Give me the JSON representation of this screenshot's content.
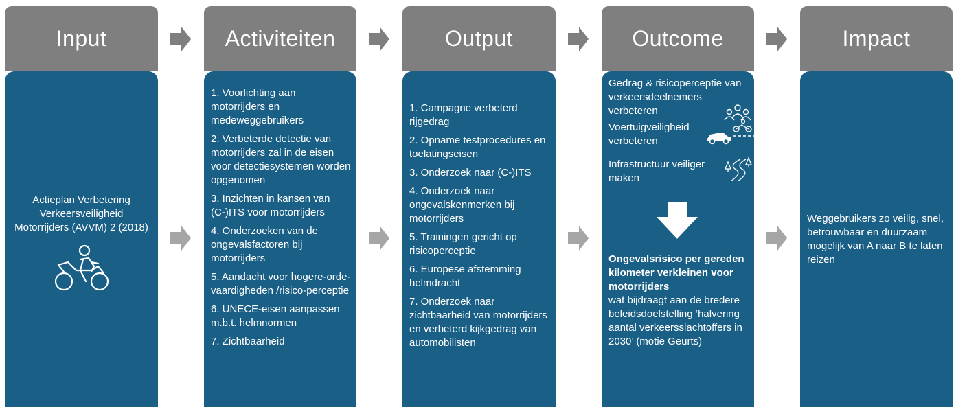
{
  "columns": [
    {
      "title": "Input"
    },
    {
      "title": "Activiteiten"
    },
    {
      "title": "Output"
    },
    {
      "title": "Outcome"
    },
    {
      "title": "Impact"
    }
  ],
  "input": {
    "text": "Actieplan Verbetering Verkeersveiligheid Motorrijders (AVVM) 2 (2018)",
    "icon": "motorcycle-rider-icon"
  },
  "activiteiten": [
    "1. Voorlichting aan motorrijders en medeweggebruikers",
    "2. Verbeterde detectie van motorrijders zal in de eisen voor detectiesystemen worden opgenomen",
    "3. Inzichten in kansen van (C-)ITS voor motorrijders",
    "4. Onderzoeken van de ongevalsfactoren bij motorrijders",
    "5. Aandacht voor hogere-orde-vaardigheden /risico-perceptie",
    "6. UNECE-eisen aanpassen m.b.t. helmnormen",
    "7. Zichtbaarheid"
  ],
  "output": [
    "1. Campagne verbeterd rijgedrag",
    "2. Opname testprocedures en toelatingseisen",
    "3. Onderzoek naar (C-)ITS",
    "4. Onderzoek naar ongevalskenmerken bij motorrijders",
    "5. Trainingen gericht op risicoperceptie",
    "6. Europese afstemming helmdracht",
    "7. Onderzoek naar zichtbaarheid van motorrijders en verbeterd kijkgedrag van automobilisten"
  ],
  "outcome": {
    "items": [
      {
        "text": "Gedrag & risicoperceptie van verkeersdeelnemers verbeteren",
        "icon": "people-group-icon"
      },
      {
        "text": "Voertuigveiligheid verbeteren",
        "icon": "car-motorcycle-icon"
      },
      {
        "text": "Infrastructuur veiliger maken",
        "icon": "winding-road-icon"
      }
    ],
    "final_bold": "Ongevalsrisico per gereden kilometer verkleinen voor motorrijders",
    "final_text": "wat bijdraagt aan de bredere beleidsdoelstelling ‘halvering aantal verkeersslachtoffers in 2030’ (motie Geurts)"
  },
  "impact": {
    "text": "Weggebruikers zo veilig, snel, betrouwbaar en duurzaam mogelijk van A naar B te laten reizen"
  },
  "colors": {
    "header": "#7f7f7f",
    "panel": "#1a5f86",
    "arrow_dark": "#7f7f7f",
    "arrow_light": "#a6a6a6"
  }
}
